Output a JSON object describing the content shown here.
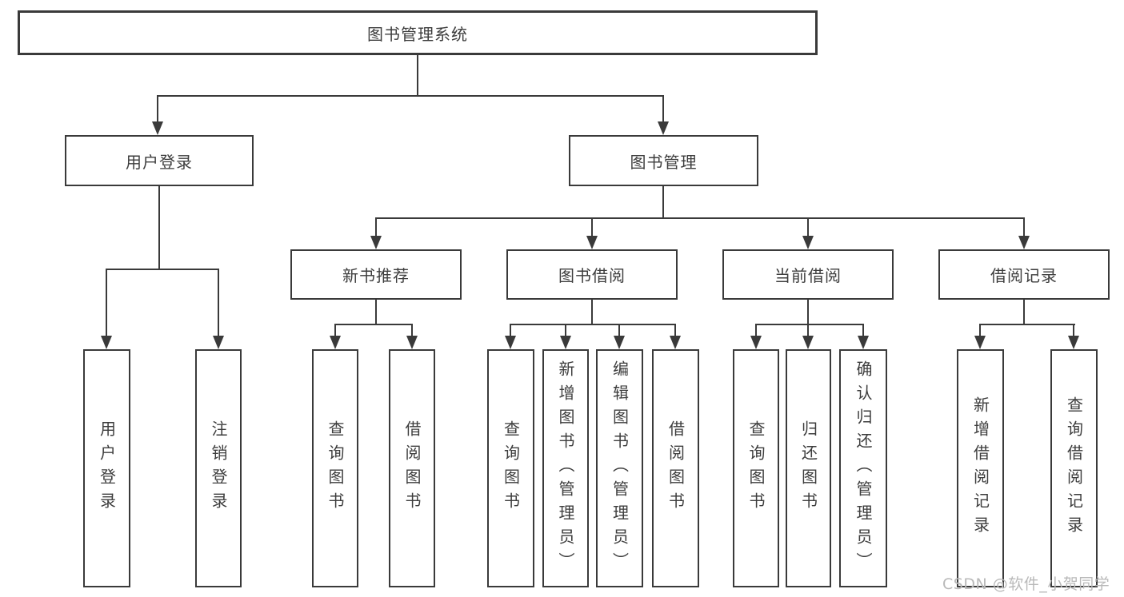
{
  "diagram": {
    "root": {
      "label": "图书管理系统"
    },
    "level2": {
      "user_login": {
        "label": "用户登录"
      },
      "book_management": {
        "label": "图书管理"
      }
    },
    "level3": {
      "new_book_recommend": {
        "label": "新书推荐"
      },
      "book_borrowing": {
        "label": "图书借阅"
      },
      "current_borrowing": {
        "label": "当前借阅"
      },
      "borrowing_records": {
        "label": "借阅记录"
      }
    },
    "leaves": {
      "user_login": {
        "label": "用户登录"
      },
      "logout": {
        "label": "注销登录"
      },
      "nbr_query_books": {
        "label": "查询图书"
      },
      "nbr_borrow_books": {
        "label": "借阅图书"
      },
      "bb_query_books": {
        "label": "查询图书"
      },
      "bb_add_books_admin": {
        "label": "新增图书（管理员）"
      },
      "bb_edit_books_admin": {
        "label": "编辑图书（管理员）"
      },
      "bb_borrow_books": {
        "label": "借阅图书"
      },
      "cb_query_books": {
        "label": "查询图书"
      },
      "cb_return_books": {
        "label": "归还图书"
      },
      "cb_confirm_return_admin": {
        "label": "确认归还（管理员）"
      },
      "br_add_record": {
        "label": "新增借阅记录"
      },
      "br_query_record": {
        "label": "查询借阅记录"
      }
    }
  },
  "watermark": {
    "text": "CSDN @软件_小贺同学",
    "color": "#b9b9b9"
  },
  "colors": {
    "line": "#3a3a3a",
    "text": "#3d3d3d",
    "background": "#ffffff"
  }
}
